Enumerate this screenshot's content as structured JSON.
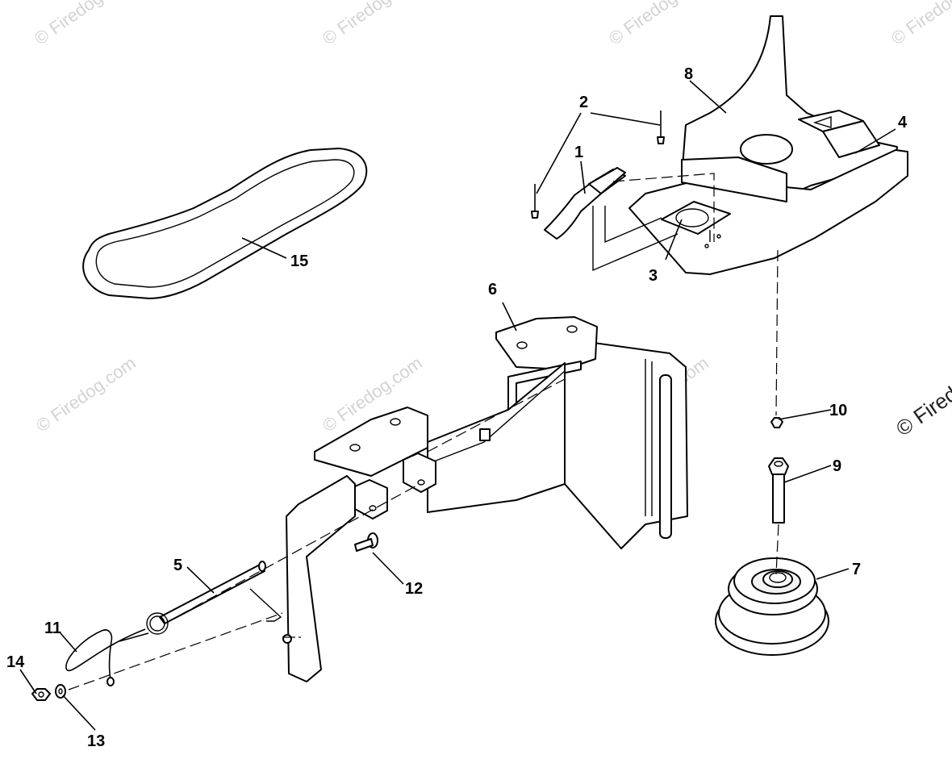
{
  "watermarks": {
    "site": "© Firedog.com",
    "corner": "© Firedo"
  },
  "callouts": {
    "p1": "1",
    "p2": "2",
    "p3": "3",
    "p4": "4",
    "p5": "5",
    "p6": "6",
    "p7": "7",
    "p8": "8",
    "p9": "9",
    "p10": "10",
    "p11": "11",
    "p12": "12",
    "p13": "13",
    "p14": "14",
    "p15": "15"
  }
}
